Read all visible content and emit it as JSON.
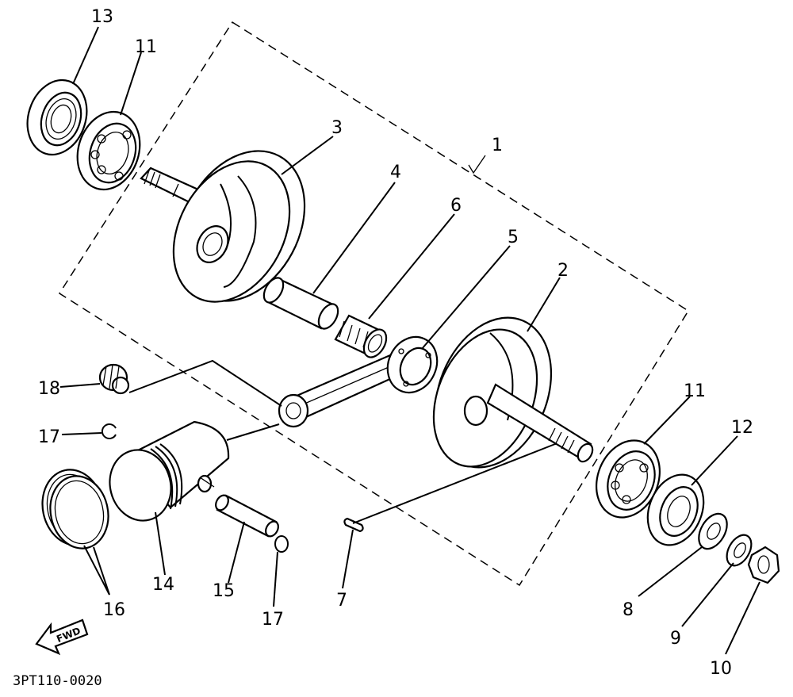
{
  "diagram_code": "3PT110-0020",
  "fwd_label": "FWD",
  "callouts": {
    "c1": "1",
    "c2": "2",
    "c3": "3",
    "c4": "4",
    "c5": "5",
    "c6": "6",
    "c7": "7",
    "c8": "8",
    "c9": "9",
    "c10": "10",
    "c11a": "11",
    "c11b": "11",
    "c12": "12",
    "c13": "13",
    "c14": "14",
    "c15": "15",
    "c16": "16",
    "c17a": "17",
    "c17b": "17",
    "c18": "18"
  },
  "parts": [
    {
      "ref": "1",
      "name": "crankshaft-assembly"
    },
    {
      "ref": "2",
      "name": "crank-right"
    },
    {
      "ref": "3",
      "name": "crank-left"
    },
    {
      "ref": "4",
      "name": "crank-pin"
    },
    {
      "ref": "5",
      "name": "connecting-rod"
    },
    {
      "ref": "6",
      "name": "needle-bearing-big-end"
    },
    {
      "ref": "7",
      "name": "woodruff-key"
    },
    {
      "ref": "8",
      "name": "plain-washer"
    },
    {
      "ref": "9",
      "name": "lock-washer"
    },
    {
      "ref": "10",
      "name": "nut"
    },
    {
      "ref": "11",
      "name": "main-bearing"
    },
    {
      "ref": "12",
      "name": "oil-seal-right"
    },
    {
      "ref": "13",
      "name": "oil-seal-left"
    },
    {
      "ref": "14",
      "name": "piston"
    },
    {
      "ref": "15",
      "name": "piston-pin"
    },
    {
      "ref": "16",
      "name": "piston-ring-set"
    },
    {
      "ref": "17",
      "name": "piston-pin-clip"
    },
    {
      "ref": "18",
      "name": "needle-bearing-small-end"
    }
  ]
}
